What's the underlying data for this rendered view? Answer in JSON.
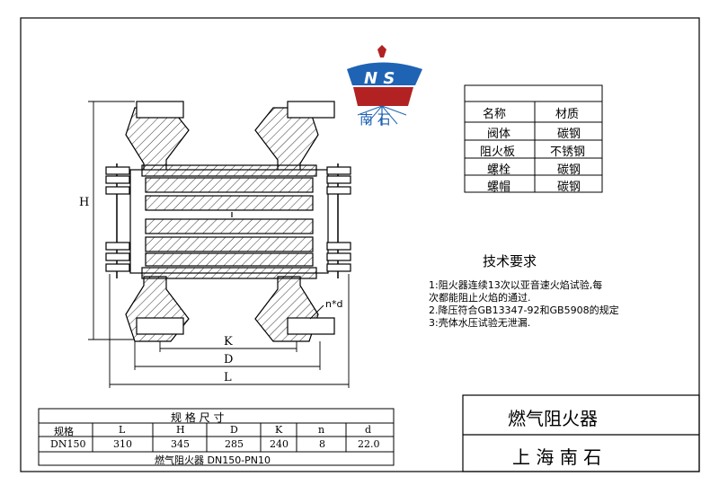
{
  "logo": {
    "letters": "N S",
    "text": "南 石"
  },
  "materials": {
    "header": [
      "名称",
      "材质"
    ],
    "rows": [
      [
        "阀体",
        "碳钢"
      ],
      [
        "阻火板",
        "不锈钢"
      ],
      [
        "螺栓",
        "碳钢"
      ],
      [
        "螺帽",
        "碳钢"
      ]
    ]
  },
  "tech": {
    "title": "技术要求",
    "lines": [
      "1:阻火器连续13次以亚音速火焰试验,每",
      "次都能阻止火焰的通过.",
      "2.降压符合GB13347-92和GB5908的规定",
      "3:壳体水压试验无泄漏."
    ]
  },
  "dims": {
    "H": "H",
    "K": "K",
    "D": "D",
    "L": "L",
    "nd": "n*d"
  },
  "spec": {
    "title": "规 格 尺 寸",
    "header": [
      "规格",
      "L",
      "H",
      "D",
      "K",
      "n",
      "d"
    ],
    "row": [
      "DN150",
      "310",
      "345",
      "285",
      "240",
      "8",
      "22.0"
    ],
    "footer": "燃气阻火器 DN150-PN10"
  },
  "title_block": {
    "product": "燃气阻火器",
    "company": "上 海 南 石"
  }
}
